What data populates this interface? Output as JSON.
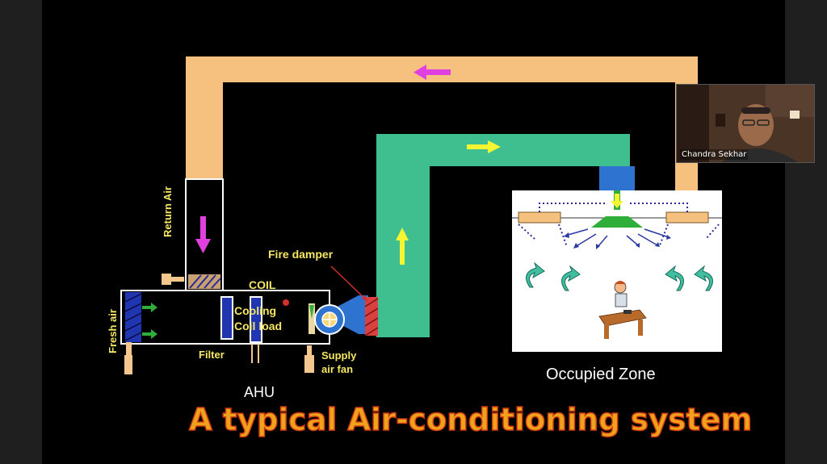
{
  "slide": {
    "title": "A typical Air-conditioning system",
    "labels": {
      "return_air": "Return Air",
      "fresh_air": "Fresh air",
      "fire_damper": "Fire damper",
      "coil": "COIL",
      "cooling_coil_load": "Cooling\nCoil load",
      "filter": "Filter",
      "supply_air_fan": "Supply\nair fan",
      "ahu": "AHU",
      "occupied_zone": "Occupied Zone"
    },
    "colors": {
      "return_duct": "#f6c07e",
      "supply_duct": "#3fbf8f",
      "arrow_magenta": "#e040e0",
      "arrow_yellow": "#f5f532",
      "label_yellow": "#f5e663",
      "title_orange": "#f0a21d"
    }
  },
  "video": {
    "participant_name": "Chandra Sekhar"
  }
}
